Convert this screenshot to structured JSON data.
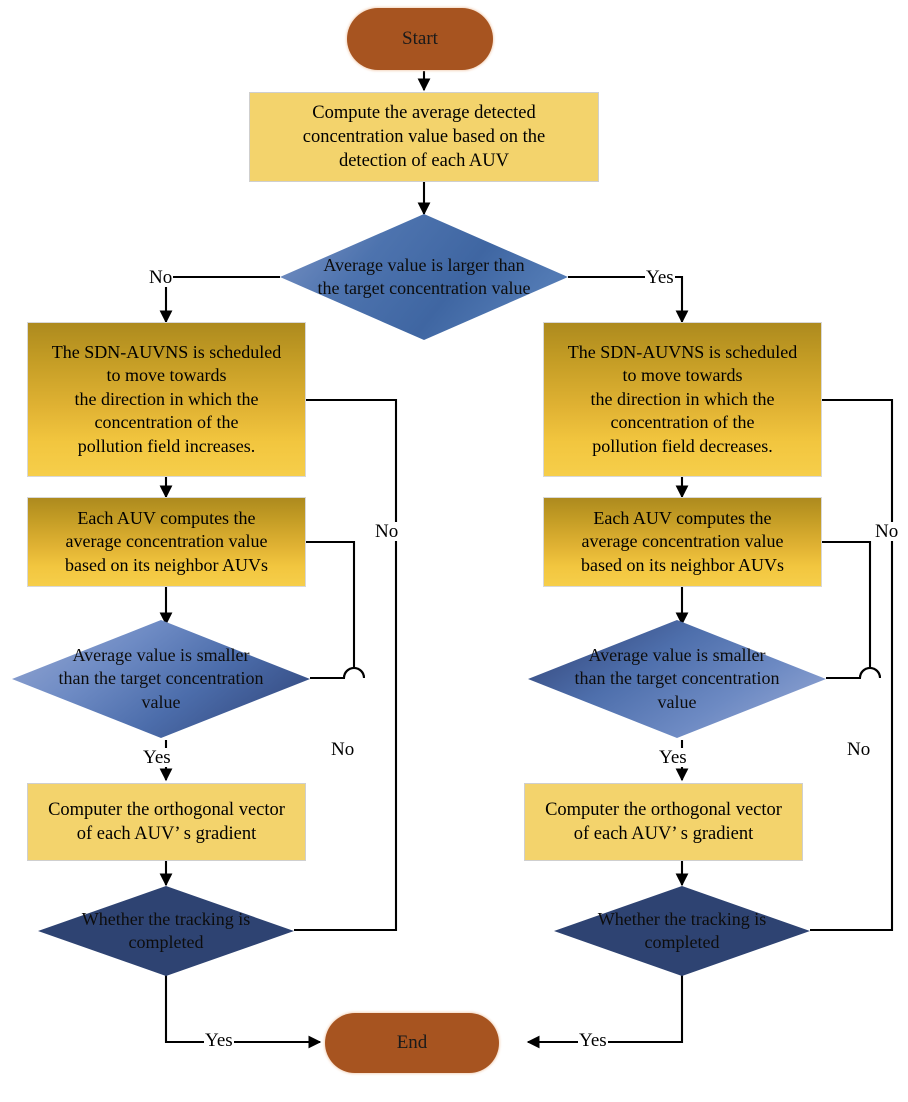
{
  "diagram": {
    "title": "SDN-AUVNS pollution-field tracking flowchart",
    "colors": {
      "terminator": "#A75420",
      "process_flat": "#F3D36C",
      "process_gradient_top": "#AD8A1E",
      "process_gradient_bottom": "#F6CE4A",
      "decision_primary": "#4472A8",
      "decision_secondary_light": "#7E96CB",
      "decision_secondary_dark": "#2E4372",
      "decision_final": "#2E4372",
      "connector": "#000000",
      "background": "#FFFFFF"
    }
  },
  "nodes": {
    "start": {
      "label": "Start",
      "shape": "terminator"
    },
    "compute_average": {
      "label": "Compute the average detected\nconcentration value based on the\ndetection of each AUV",
      "shape": "process"
    },
    "decision_larger": {
      "label": "Average value is larger than\nthe target concentration value",
      "shape": "decision"
    },
    "left_schedule": {
      "label": "The SDN-AUVNS is scheduled\nto move towards\nthe direction in which the\nconcentration of the\npollution field increases.",
      "shape": "process"
    },
    "right_schedule": {
      "label": "The SDN-AUVNS is scheduled\nto move towards\nthe direction in which the\nconcentration of the\npollution field decreases.",
      "shape": "process"
    },
    "left_each_auv": {
      "label": "Each AUV computes the\naverage concentration value\nbased on its neighbor AUVs",
      "shape": "process"
    },
    "right_each_auv": {
      "label": "Each AUV computes the\naverage concentration value\nbased on its neighbor AUVs",
      "shape": "process"
    },
    "left_decision_smaller": {
      "label": "Average value is smaller\nthan the target concentration\nvalue",
      "shape": "decision"
    },
    "right_decision_smaller": {
      "label": "Average value is smaller\nthan the target concentration\nvalue",
      "shape": "decision"
    },
    "left_orthogonal": {
      "label": "Computer the  orthogonal vector\nof each AUV’ s gradient",
      "shape": "process"
    },
    "right_orthogonal": {
      "label": "Computer the  orthogonal vector\nof each AUV’ s gradient",
      "shape": "process"
    },
    "left_decision_tracking": {
      "label": "Whether the tracking is\ncompleted",
      "shape": "decision"
    },
    "right_decision_tracking": {
      "label": "Whether the tracking is\ncompleted",
      "shape": "decision"
    },
    "end": {
      "label": "End",
      "shape": "terminator"
    }
  },
  "edge_labels": {
    "top_no": "No",
    "top_yes": "Yes",
    "left_inner_no": "No",
    "left_outer_no": "No",
    "left_yes_to_orthogonal": "Yes",
    "left_yes_to_end": "Yes",
    "right_inner_no": "No",
    "right_outer_no": "No",
    "right_yes_to_orthogonal": "Yes",
    "right_yes_to_end": "Yes"
  }
}
